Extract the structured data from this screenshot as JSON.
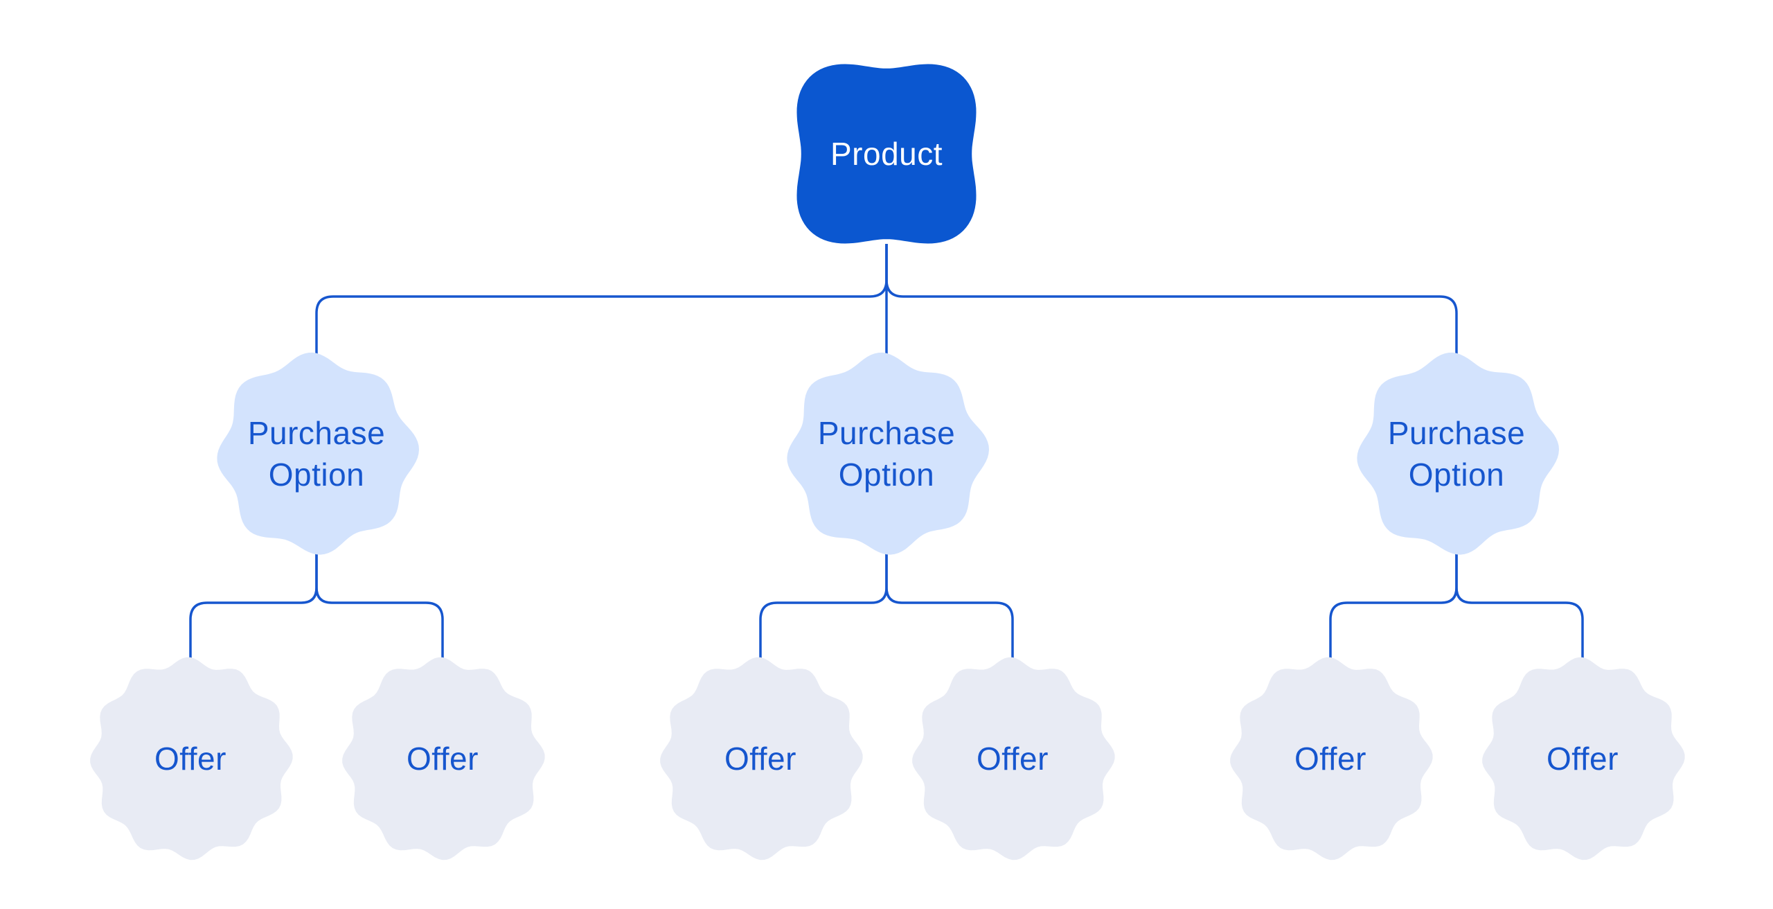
{
  "diagram": {
    "root": {
      "label": "Product"
    },
    "purchase_options": [
      {
        "label_line1": "Purchase",
        "label_line2": "Option",
        "offers": [
          {
            "label": "Offer"
          },
          {
            "label": "Offer"
          }
        ]
      },
      {
        "label_line1": "Purchase",
        "label_line2": "Option",
        "offers": [
          {
            "label": "Offer"
          },
          {
            "label": "Offer"
          }
        ]
      },
      {
        "label_line1": "Purchase",
        "label_line2": "Option",
        "offers": [
          {
            "label": "Offer"
          },
          {
            "label": "Offer"
          }
        ]
      }
    ]
  },
  "colors": {
    "background": "#ffffff",
    "root_fill": "#0b57d0",
    "root_text": "#ffffff",
    "purchase_fill": "#d3e3fd",
    "offer_fill": "#e8ebf4",
    "label_text": "#1656ce",
    "connector": "#1656ce"
  }
}
